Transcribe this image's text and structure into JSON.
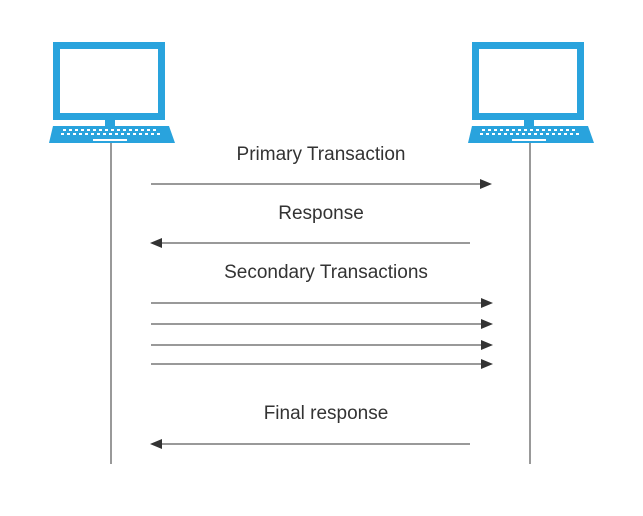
{
  "colors": {
    "laptop": "#29a3dd",
    "laptop_screen": "#ffffff",
    "line": "#333333",
    "background": "#ffffff"
  },
  "participants": [
    {
      "name": "left-laptop",
      "icon": "laptop-icon"
    },
    {
      "name": "right-laptop",
      "icon": "laptop-icon"
    }
  ],
  "messages": [
    {
      "label": "Primary Transaction",
      "direction": "right"
    },
    {
      "label": "Response",
      "direction": "left"
    },
    {
      "label": "Secondary Transactions",
      "direction": "right",
      "count": 4
    },
    {
      "label": "Final response",
      "direction": "left"
    }
  ]
}
